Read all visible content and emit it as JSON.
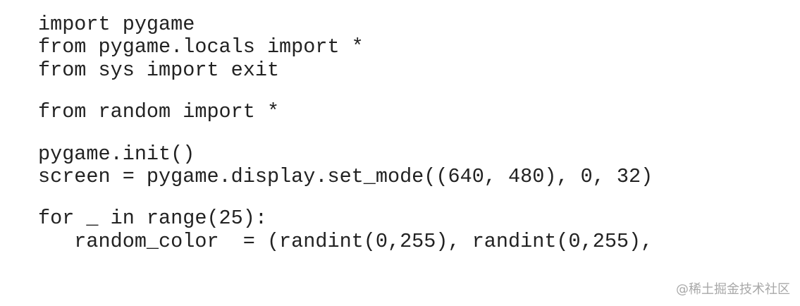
{
  "code": {
    "lines": [
      "import pygame",
      "from pygame.locals import *",
      "from sys import exit",
      "",
      "from random import *",
      "",
      "pygame.init()",
      "screen = pygame.display.set_mode((640, 480), 0, 32)",
      "",
      "for _ in range(25):",
      "   random_color  = (randint(0,255), randint(0,255),"
    ]
  },
  "watermark": {
    "text": "@稀土掘金技术社区"
  }
}
